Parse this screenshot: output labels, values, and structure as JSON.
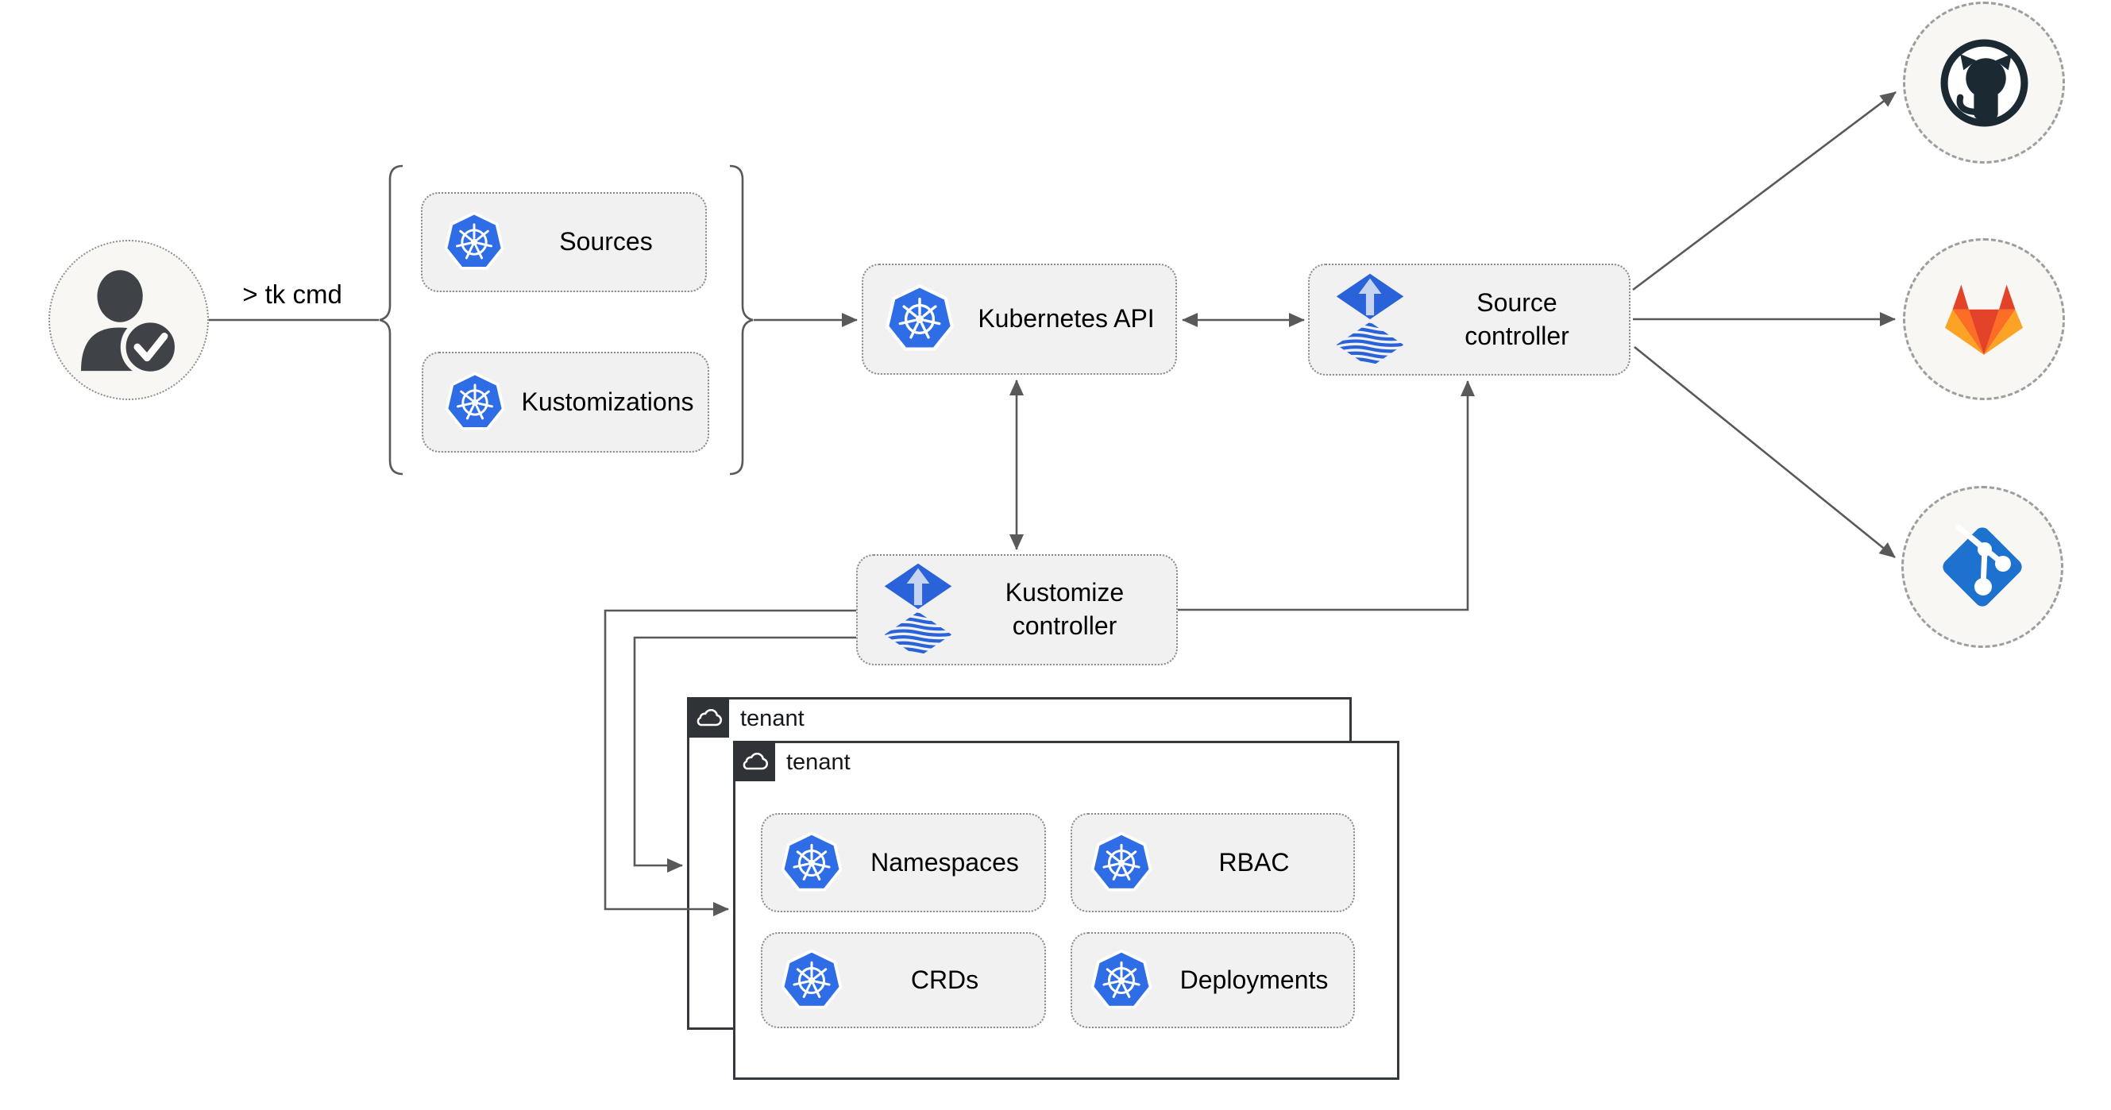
{
  "diagram": {
    "user": {
      "label": "> tk cmd"
    },
    "crd_bundle": {
      "items": [
        "Sources",
        "Kustomizations"
      ]
    },
    "cluster": {
      "kubernetes_api": "Kubernetes API",
      "source_controller": "Source controller",
      "kustomize_controller": "Kustomize controller"
    },
    "tenants": [
      {
        "title": "tenant"
      },
      {
        "title": "tenant",
        "resources": [
          "Namespaces",
          "RBAC",
          "CRDs",
          "Deployments"
        ]
      }
    ],
    "repositories": [
      {
        "name": "GitHub"
      },
      {
        "name": "GitLab"
      },
      {
        "name": "Git"
      }
    ],
    "colors": {
      "kubernetes_blue": "#2e6de5",
      "flux_blue": "#2a62d9",
      "flux_arrow_light": "#c6d4f2",
      "github_dark": "#1b2933",
      "gitlab_red": "#e24329",
      "gitlab_orange": "#fc6d26",
      "gitlab_light_orange": "#fca326",
      "git_blue": "#1e72cf",
      "wire_gray": "#58595b"
    }
  }
}
